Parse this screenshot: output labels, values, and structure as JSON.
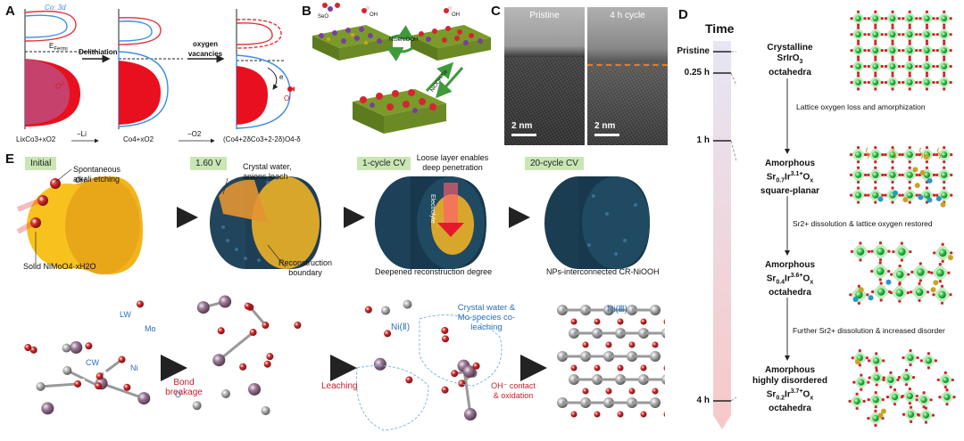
{
  "panels": {
    "A": "A",
    "B": "B",
    "C": "C",
    "D": "D",
    "E": "E"
  },
  "panel_a": {
    "co_label": "Co: 3d",
    "efermi": "E",
    "efermi_sub": "Fermi",
    "o_label": "O",
    "o_sup": "2-",
    "o_tail": ": 2p",
    "arrow1": "Delithiation",
    "arrow2a": "oxygen",
    "arrow2b": "vacancies",
    "e_label": "e",
    "o2_label": "O",
    "formula1": "LixCo3+xO2",
    "step1": "−Li",
    "formula2": "Co4+xO2",
    "step2": "−O2",
    "formula3": "(Co4+2δCo3+2-2δ)O4-δ"
  },
  "panel_b": {
    "mol1": "SeO",
    "oh": "OH",
    "nise": "NiSe",
    "niooh": "NiOOH",
    "side": "NiOOH-Se",
    "oh2": "OH"
  },
  "panel_c": {
    "left": "Pristine",
    "right": "4 h cycle",
    "scale1": "2 nm",
    "scale2": "2 nm"
  },
  "panel_d": {
    "time": "Time",
    "ticks": [
      "Pristine",
      "0.25 h",
      "1 h",
      "4 h"
    ],
    "states": [
      {
        "l1": "Crystalline",
        "l2": "SrIrO",
        "l2sub": "3",
        "l3": "octahedra"
      },
      {
        "l1": "Amorphous",
        "l2": "Sr",
        "l2sub": "0.7",
        "l2b": "Ir",
        "l2sup": "3.1+",
        "l2c": "O",
        "l2sub2": "x",
        "l3": "square-planar"
      },
      {
        "l1": "Amorphous",
        "l2": "Sr",
        "l2sub": "0.4",
        "l2b": "Ir",
        "l2sup": "3.6+",
        "l2c": "O",
        "l2sub2": "x",
        "l3": "octahedra"
      },
      {
        "l1": "Amorphous",
        "l1b": "highly disordered",
        "l2": "Sr",
        "l2sub": "0.2",
        "l2b": "Ir",
        "l2sup": "3.7+",
        "l2c": "O",
        "l2sub2": "x",
        "l3": "octahedra"
      }
    ],
    "transitions": [
      "Lattice oxygen loss and amorphization",
      "Sr2+ dissolution & lattice oxygen restored",
      "Further Sr2+ dissolution & increased disorder"
    ]
  },
  "panel_e": {
    "stages": [
      "Initial",
      "1.60 V",
      "1-cycle CV",
      "20-cycle CV"
    ],
    "etching": "Spontaneous\nalkali etching",
    "oh": "OH",
    "solid": "Solid NiMoO4·xH2O",
    "crystal": "Crystal water,\nanions leach",
    "recon": "Reconstruction\nboundary",
    "loose": "Loose layer enables\ndeep penetration",
    "electro": "Electrolyte",
    "deep": "Deepened reconstruction degree",
    "nps": "NPs-interconnected CR-NiOOH",
    "lw": "LW",
    "mo": "Mo",
    "cw": "CW",
    "ni": "Ni",
    "o": "O",
    "bond": "Bond\nbreakage",
    "leaching": "Leaching",
    "niII": "Ni(Ⅱ)",
    "coleach": "Crystal water &\nMo-species co-\nleaching",
    "ohcontact": "OH⁻ contact\n& oxidation",
    "niIII": "Ni(Ⅲ)"
  }
}
